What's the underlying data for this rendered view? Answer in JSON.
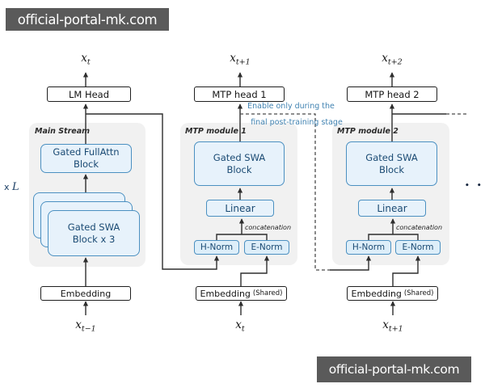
{
  "watermark": {
    "text": "official-portal-mk.com"
  },
  "annotation": {
    "line1": "Enable only during the",
    "line2": "final post-training stage"
  },
  "ellipsis": "• • •",
  "main_stream": {
    "panel_label": "Main Stream",
    "out_base": "x",
    "out_sub": "t",
    "head": "LM Head",
    "fullattn_line1": "Gated FullAttn",
    "fullattn_line2": "Block",
    "swa_line1": "Gated SWA",
    "swa_line2": "Block x 3",
    "repeat_mult": "x",
    "repeat_var": "L",
    "embedding": "Embedding",
    "in_base": "x",
    "in_sub": "t−1"
  },
  "modules": [
    {
      "panel_label": "MTP module 1",
      "out_base": "x",
      "out_sub": "t+1",
      "head": "MTP head 1",
      "block_line1": "Gated SWA",
      "block_line2": "Block",
      "linear": "Linear",
      "concat": "concatenation",
      "hnorm": "H-Norm",
      "enorm": "E-Norm",
      "embedding": "Embedding",
      "embedding_shared": "(Shared)",
      "in_base": "x",
      "in_sub": "t"
    },
    {
      "panel_label": "MTP module 2",
      "out_base": "x",
      "out_sub": "t+2",
      "head": "MTP head 2",
      "block_line1": "Gated SWA",
      "block_line2": "Block",
      "linear": "Linear",
      "concat": "concatenation",
      "hnorm": "H-Norm",
      "enorm": "E-Norm",
      "embedding": "Embedding",
      "embedding_shared": "(Shared)",
      "in_base": "x",
      "in_sub": "t+1"
    }
  ],
  "colors": {
    "block_fill": "#e7f2fb",
    "block_border": "#4b90c1",
    "block_text": "#1a4a73",
    "panel_fill": "#f1f1f1",
    "annotation_blue": "#4183b2",
    "line": "#2e2e2e",
    "watermark_bg": "#5a5a5a"
  }
}
